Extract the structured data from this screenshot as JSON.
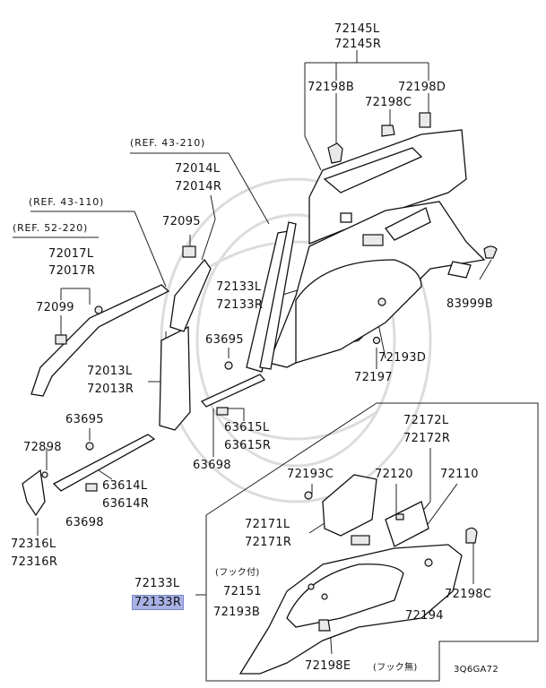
{
  "labels": {
    "p72145L": "72145L",
    "p72145R": "72145R",
    "p72198B": "72198B",
    "p72198D": "72198D",
    "p72198C_top": "72198C",
    "ref43_210": "(REF. 43-210)",
    "ref43_110": "(REF. 43-110)",
    "ref52_220": "(REF. 52-220)",
    "p72014L": "72014L",
    "p72014R": "72014R",
    "p72095": "72095",
    "p72017L": "72017L",
    "p72017R": "72017R",
    "p72099": "72099",
    "p72133L_top": "72133L",
    "p72133R_top": "72133R",
    "p83999B": "83999B",
    "p63695_mid": "63695",
    "p72193D": "72193D",
    "p72197": "72197",
    "p72013L": "72013L",
    "p72013R": "72013R",
    "p63615L": "63615L",
    "p63615R": "63615R",
    "p63698_mid": "63698",
    "p63695_left": "63695",
    "p72898": "72898",
    "p63614L": "63614L",
    "p63614R": "63614R",
    "p63698_left": "63698",
    "p72316L": "72316L",
    "p72316R": "72316R",
    "p72172L": "72172L",
    "p72172R": "72172R",
    "p72193C": "72193C",
    "p72120": "72120",
    "p72110": "72110",
    "p72171L": "72171L",
    "p72171R": "72171R",
    "hook_with": "(フック付)",
    "p72151": "72151",
    "p72193B": "72193B",
    "p72194": "72194",
    "p72198C_bot": "72198C",
    "p72198E": "72198E",
    "hook_without": "(フック無)",
    "p72133L_bot": "72133L",
    "p72133R_bot": "72133R",
    "diagram_code": "3Q6GA72"
  },
  "highlight": {
    "color": "#a9b2e6",
    "selected_part": "72133R"
  }
}
